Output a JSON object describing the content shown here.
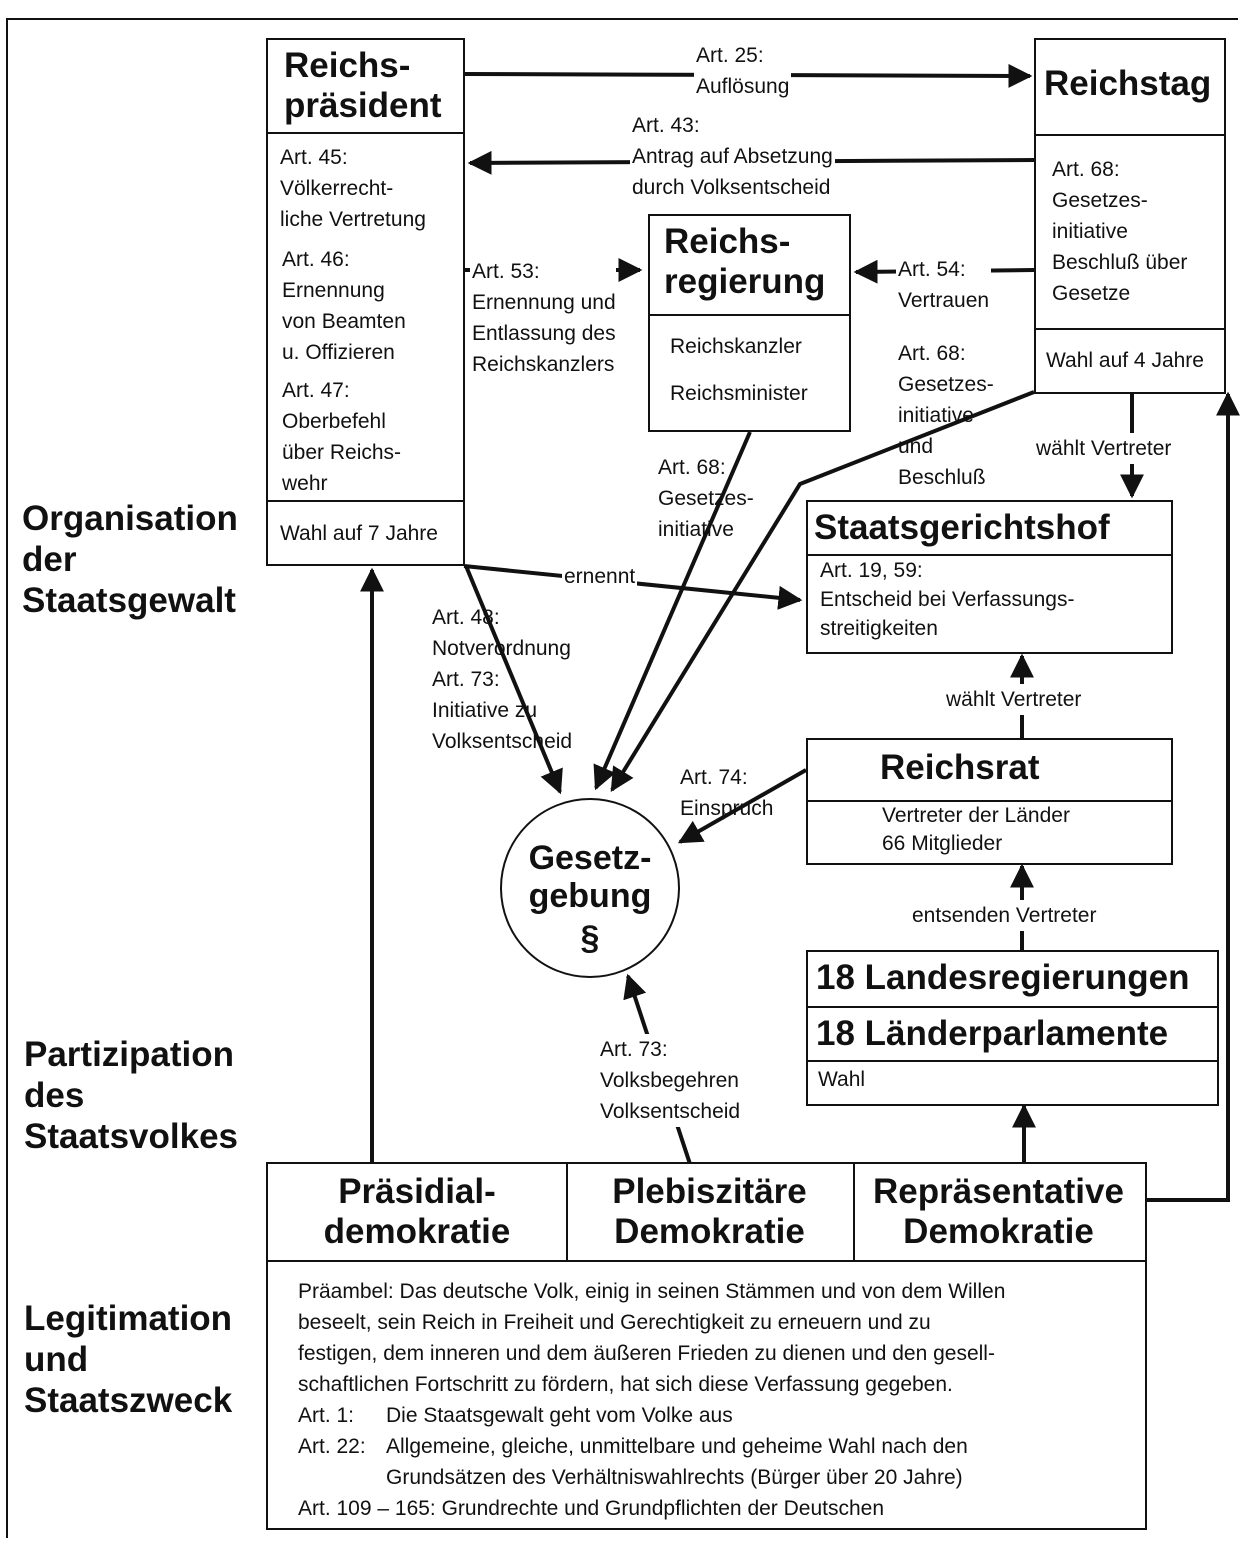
{
  "reichspraesident": {
    "title": [
      "Reichs-",
      "präsident"
    ],
    "art45": [
      "Art. 45:",
      "Völkerrecht-",
      "liche Vertretung"
    ],
    "art46": [
      "Art. 46:",
      "Ernennung",
      "von Beamten",
      "u. Offizieren"
    ],
    "art47": [
      "Art. 47:",
      "Oberbefehl",
      "über Reichs-",
      "wehr"
    ],
    "election": "Wahl auf 7 Jahre"
  },
  "reichstag": {
    "title": "Reichstag",
    "art68": [
      "Art. 68:",
      "Gesetzes-",
      "initiative",
      "Beschluß über",
      "Gesetze"
    ],
    "election": "Wahl auf 4 Jahre"
  },
  "reichsregierung": {
    "title": [
      "Reichs-",
      "regierung"
    ],
    "members": [
      "Reichskanzler",
      "Reichsminister"
    ]
  },
  "staatsgerichtshof": {
    "title": "Staatsgerichtshof",
    "text": [
      "Art. 19, 59:",
      "Entscheid bei Verfassungs-",
      "streitigkeiten"
    ]
  },
  "reichsrat": {
    "title": "Reichsrat",
    "text": [
      "Vertreter der Länder",
      "66 Mitglieder"
    ]
  },
  "laender": {
    "row1": "18 Landesregierungen",
    "row2": "18 Länderparlamente",
    "row3": "Wahl"
  },
  "gesetzgebung": [
    "Gesetz-",
    "gebung",
    "§"
  ],
  "democracy": {
    "praesidial": [
      "Präsidial-",
      "demokratie"
    ],
    "plebiszitaer": [
      "Plebiszitäre",
      "Demokratie"
    ],
    "repraesentativ": [
      "Repräsentative",
      "Demokratie"
    ]
  },
  "preamble": [
    "Präambel: Das deutsche Volk, einig in seinen Stämmen und von dem Willen",
    "beseelt, sein Reich in Freiheit und Gerechtigkeit zu erneuern und zu",
    "festigen, dem inneren und dem äußeren Frieden zu dienen und den gesell-",
    "schaftlichen Fortschritt zu fördern, hat sich diese Verfassung gegeben."
  ],
  "articles": {
    "art1_label": "Art.   1:",
    "art1_text": "Die Staatsgewalt geht vom Volke aus",
    "art22_label": "Art. 22:",
    "art22_text": [
      "Allgemeine, gleiche, unmittelbare und geheime Wahl nach den",
      "Grundsätzen des Verhältniswahlrechts (Bürger über 20 Jahre)"
    ],
    "art109": "Art. 109 – 165: Grundrechte und Grundpflichten der Deutschen"
  },
  "sections": {
    "organisation": [
      "Organisation",
      "der",
      "Staatsgewalt"
    ],
    "partizipation": [
      "Partizipation",
      "des",
      "Staatsvolkes"
    ],
    "legitimation": [
      "Legitimation",
      "und",
      "Staatszweck"
    ]
  },
  "edges": {
    "art25": [
      "Art. 25:",
      "Auflösung"
    ],
    "art43": [
      "Art. 43:",
      "Antrag auf Absetzung",
      "durch Volksentscheid"
    ],
    "art53": [
      "Art. 53:",
      "Ernennung und",
      "Entlassung des",
      "Reichskanzlers"
    ],
    "art54": [
      "Art. 54:",
      "Vertrauen"
    ],
    "art68_rt": [
      "Art. 68:",
      "Gesetzes-",
      "initiative",
      "und",
      "Beschluß"
    ],
    "art68_rr": [
      "Art. 68:",
      "Gesetzes-",
      "initiative"
    ],
    "waehlt1": "wählt Vertreter",
    "ernennt": "ernennt",
    "art48": [
      "Art. 48:",
      "Notverordnung",
      "Art. 73:",
      "Initiative zu",
      "Volksentscheid"
    ],
    "waehlt2": "wählt Vertreter",
    "art74": [
      "Art. 74:",
      "Einspruch"
    ],
    "entsenden": "entsenden Vertreter",
    "art73": [
      "Art. 73:",
      "Volksbegehren",
      "Volksentscheid"
    ]
  }
}
